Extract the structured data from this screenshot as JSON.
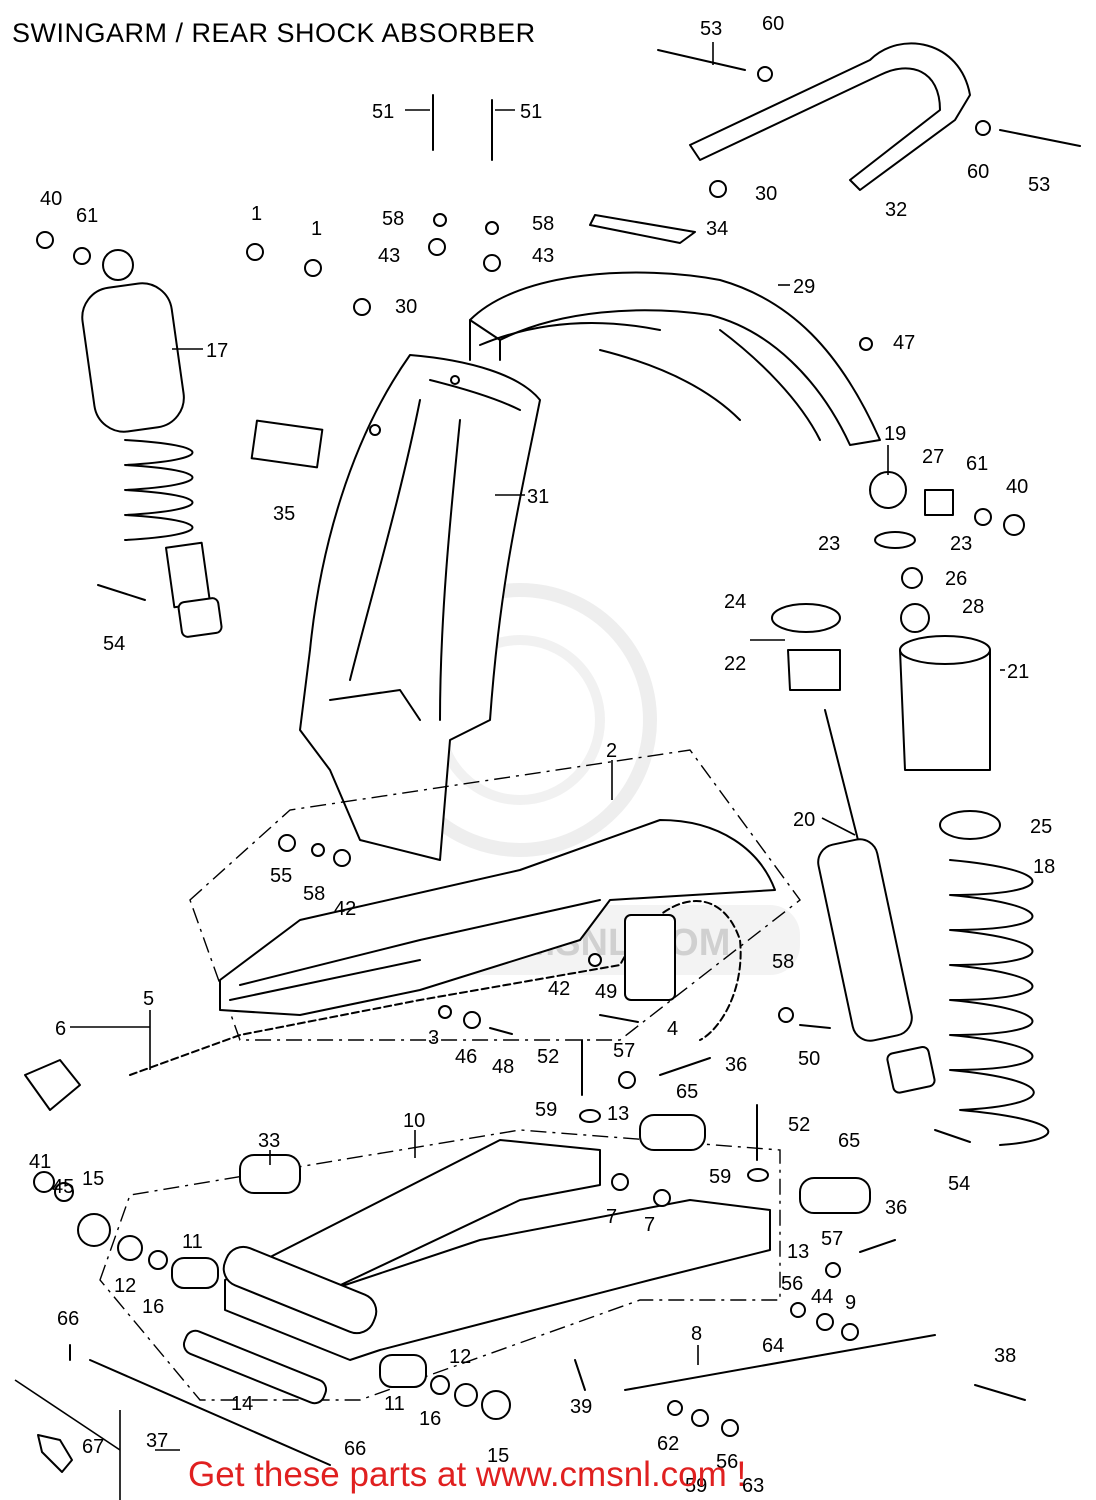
{
  "title": "SWINGARM / REAR SHOCK ABSORBER",
  "watermark": "WWW.CMSNL.COM",
  "footer": "Get these parts at www.cmsnl.com !",
  "colors": {
    "footer": "#e02020",
    "lines": "#000000",
    "watermark": "#d8d8d8"
  },
  "callouts": [
    "53",
    "60",
    "51",
    "51",
    "40",
    "61",
    "1",
    "1",
    "58",
    "58",
    "43",
    "43",
    "30",
    "30",
    "34",
    "32",
    "60",
    "53",
    "29",
    "47",
    "17",
    "35",
    "31",
    "19",
    "27",
    "61",
    "40",
    "23",
    "23",
    "26",
    "24",
    "28",
    "22",
    "21",
    "54",
    "2",
    "20",
    "25",
    "18",
    "55",
    "58",
    "42",
    "42",
    "49",
    "4",
    "58",
    "5",
    "6",
    "3",
    "46",
    "48",
    "52",
    "57",
    "36",
    "50",
    "59",
    "13",
    "65",
    "52",
    "10",
    "33",
    "41",
    "45",
    "15",
    "11",
    "12",
    "16",
    "7",
    "7",
    "59",
    "65",
    "36",
    "54",
    "13",
    "57",
    "56",
    "44",
    "9",
    "64",
    "66",
    "8",
    "38",
    "12",
    "11",
    "16",
    "15",
    "14",
    "37",
    "39",
    "62",
    "67",
    "66",
    "56",
    "59",
    "63"
  ]
}
